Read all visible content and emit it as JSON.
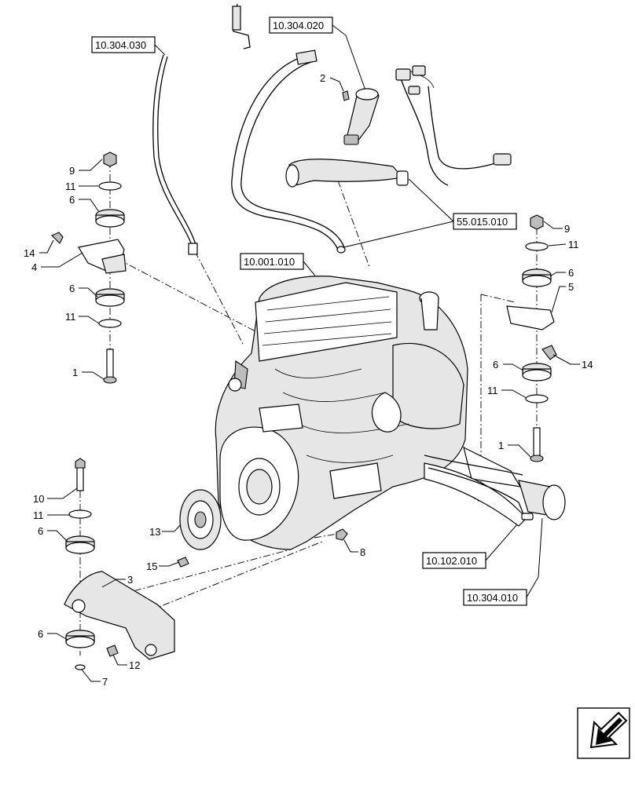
{
  "reference_boxes": [
    {
      "id": "ref-10-304-030",
      "label": "10.304.030"
    },
    {
      "id": "ref-10-304-020",
      "label": "10.304.020"
    },
    {
      "id": "ref-55-015-010",
      "label": "55.015.010"
    },
    {
      "id": "ref-10-001-010",
      "label": "10.001.010"
    },
    {
      "id": "ref-10-102-010",
      "label": "10.102.010"
    },
    {
      "id": "ref-10-304-010",
      "label": "10.304.010"
    }
  ],
  "callouts": {
    "c2": "2",
    "c9a": "9",
    "c11a": "11",
    "c6a": "6",
    "c14a": "14",
    "c4": "4",
    "c6b": "6",
    "c11b": "11",
    "c1a": "1",
    "c9b": "9",
    "c11c": "11",
    "c6c": "6",
    "c5": "5",
    "c14b": "14",
    "c6d": "6",
    "c11d": "11",
    "c1b": "1",
    "c10": "10",
    "c11e": "11",
    "c6e": "6",
    "c13": "13",
    "c15": "15",
    "c3": "3",
    "c6f": "6",
    "c12": "12",
    "c7": "7",
    "c8": "8"
  },
  "nav_icon": "arrow-down-left-icon"
}
